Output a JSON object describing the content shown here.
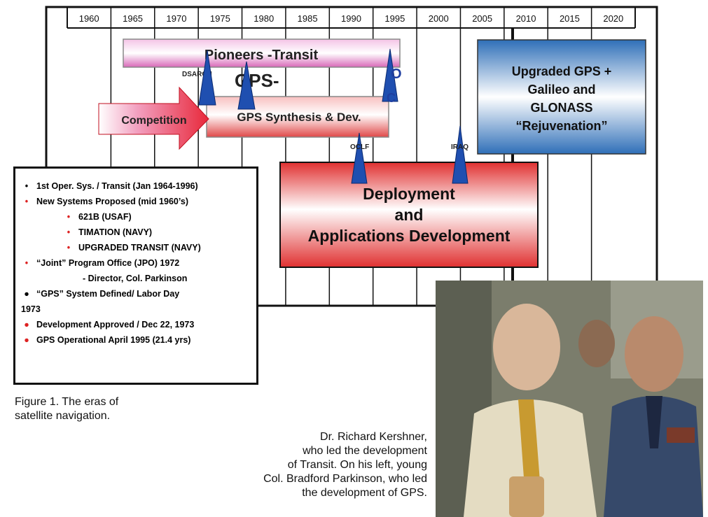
{
  "timeline": {
    "years": [
      "1960",
      "1965",
      "1970",
      "1975",
      "1980",
      "1985",
      "1990",
      "1995",
      "2000",
      "2005",
      "2010",
      "2015",
      "2020"
    ]
  },
  "bars": {
    "pioneers": "Pioneers -Transit",
    "gps_dash": "GPS-",
    "synthesis": "GPS Synthesis & Dev.",
    "competition": "Competition",
    "upgraded": [
      "Upgraded GPS +",
      "Galileo and",
      "GLONASS",
      "“Rejuvenation”"
    ],
    "deployment": [
      "Deployment",
      "and",
      "Applications Development"
    ]
  },
  "markers": {
    "dsarch": "DSARCH",
    "oc_top": "O",
    "oc_bottom": "C",
    "oclf": "OCLF",
    "iraq": "IRAQ"
  },
  "bullets": [
    {
      "mark": "•",
      "color": "black",
      "indent": 0,
      "text": "1st Oper. Sys. / Transit (Jan 1964-1996)"
    },
    {
      "mark": "•",
      "color": "red",
      "indent": 0,
      "text": "New Systems Proposed (mid 1960’s)"
    },
    {
      "mark": "•",
      "color": "red",
      "indent": 1,
      "text": "621B (USAF)"
    },
    {
      "mark": "•",
      "color": "red",
      "indent": 1,
      "text": "TIMATION (NAVY)"
    },
    {
      "mark": "•",
      "color": "red",
      "indent": 1,
      "text": "UPGRADED TRANSIT (NAVY)"
    },
    {
      "mark": "•",
      "color": "red",
      "indent": 0,
      "text": "“Joint” Program Office (JPO) 1972"
    },
    {
      "mark": "",
      "color": "black",
      "indent": 2,
      "text": "- Director, Col. Parkinson"
    },
    {
      "mark": "●",
      "color": "black",
      "indent": 0,
      "text": "“GPS” System Defined/ Labor Day"
    },
    {
      "mark": "",
      "color": "black",
      "indent": -1,
      "text": "1973"
    },
    {
      "mark": "●",
      "color": "red",
      "indent": 0,
      "text": "Development Approved / Dec 22, 1973"
    },
    {
      "mark": "●",
      "color": "red",
      "indent": 0,
      "text": "GPS Operational April 1995 (21.4 yrs)"
    }
  ],
  "figure_caption": [
    "Figure 1. The eras of",
    "satellite navigation."
  ],
  "photo_caption": [
    "Dr. Richard Kershner,",
    "who led the development",
    "of Transit. On his left, young",
    "Col. Bradford Parkinson, who led",
    "the development of GPS."
  ]
}
